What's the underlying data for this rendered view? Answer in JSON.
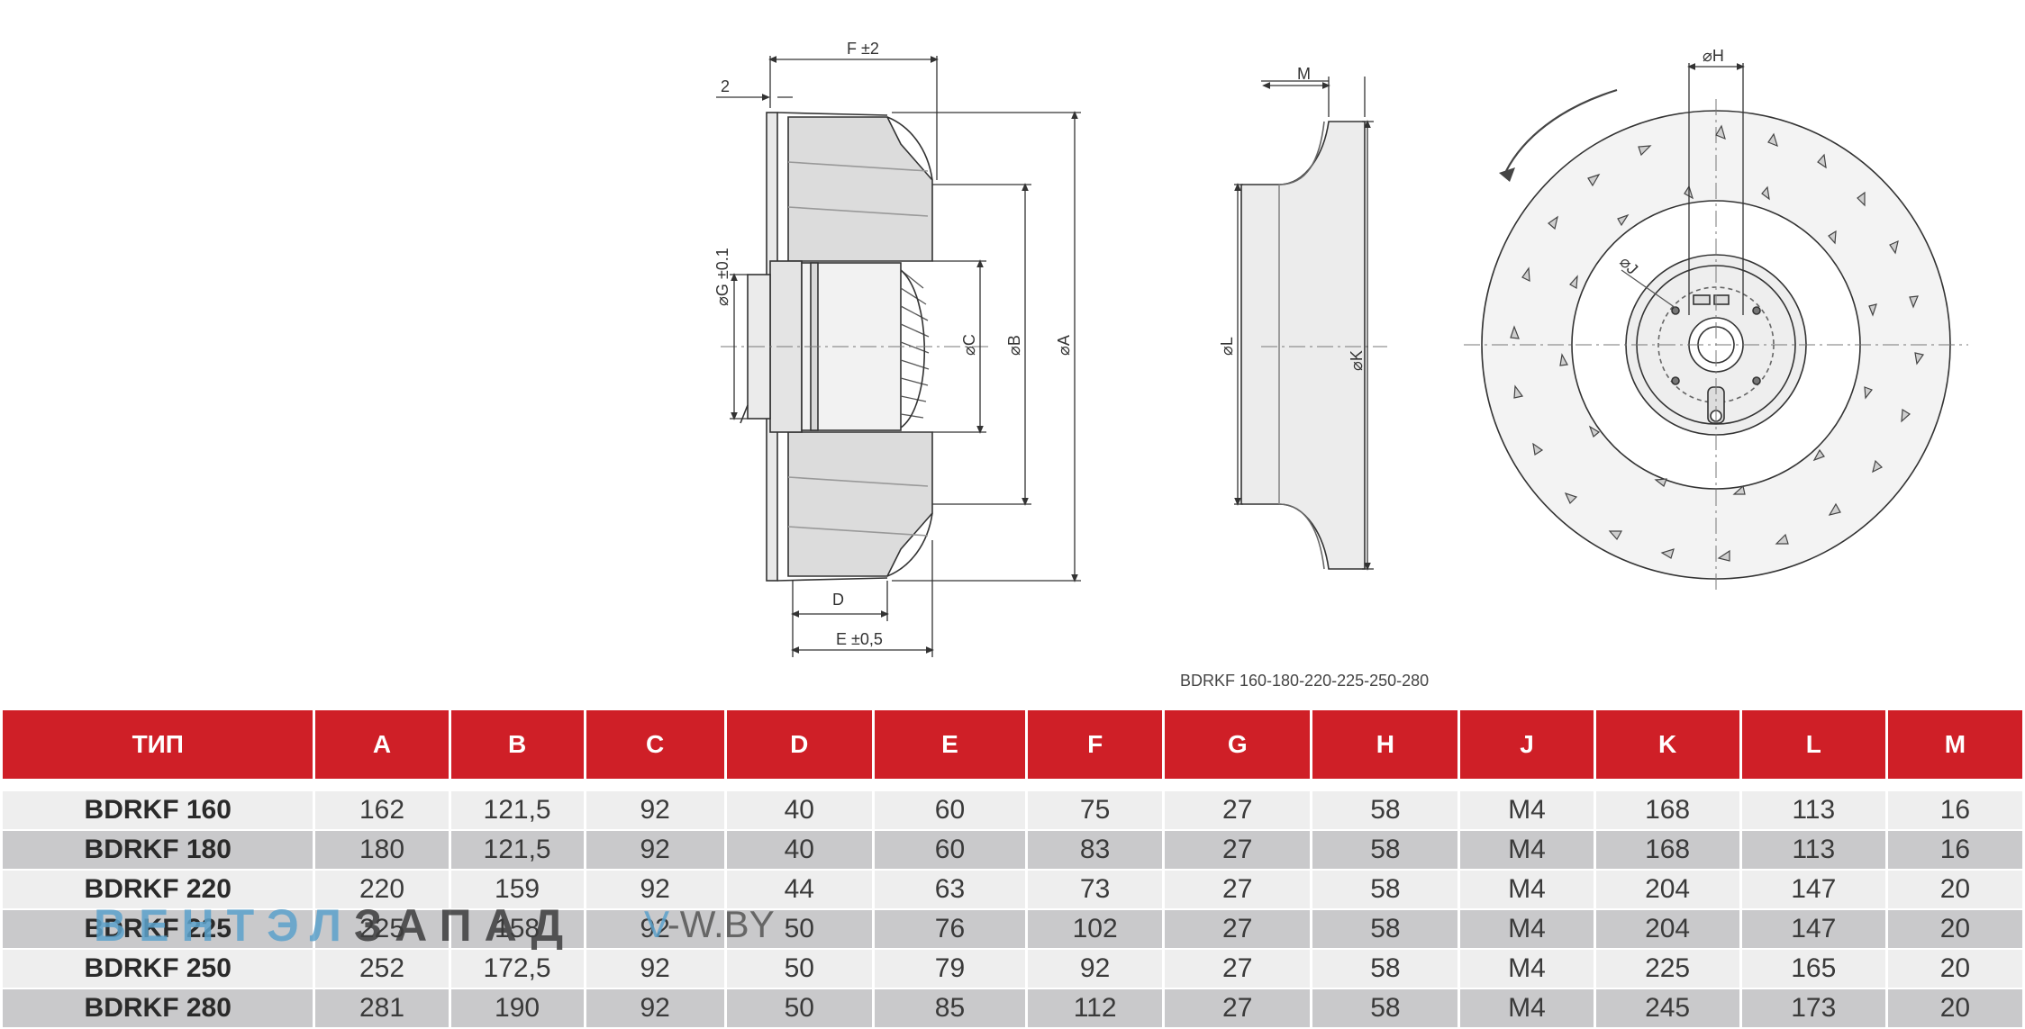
{
  "drawing": {
    "labels": {
      "f": "F ±2",
      "two": "2",
      "g": "⌀G ±0.1",
      "c": "⌀C",
      "b": "⌀B",
      "a": "⌀A",
      "d": "D",
      "e": "E ±0,5",
      "m": "M",
      "l": "⌀L",
      "k": "⌀K",
      "h": "⌀H",
      "j": "⌀J"
    },
    "caption": "BDRKF 160-180-220-225-250-280"
  },
  "table": {
    "headers": [
      "ТИП",
      "A",
      "B",
      "C",
      "D",
      "E",
      "F",
      "G",
      "H",
      "J",
      "K",
      "L",
      "M"
    ],
    "rows": [
      [
        "BDRKF 160",
        "162",
        "121,5",
        "92",
        "40",
        "60",
        "75",
        "27",
        "58",
        "M4",
        "168",
        "113",
        "16"
      ],
      [
        "BDRKF 180",
        "180",
        "121,5",
        "92",
        "40",
        "60",
        "83",
        "27",
        "58",
        "M4",
        "168",
        "113",
        "16"
      ],
      [
        "BDRKF 220",
        "220",
        "159",
        "92",
        "44",
        "63",
        "73",
        "27",
        "58",
        "M4",
        "204",
        "147",
        "20"
      ],
      [
        "BDRKF 225",
        "225",
        "158",
        "92",
        "50",
        "76",
        "102",
        "27",
        "58",
        "M4",
        "204",
        "147",
        "20"
      ],
      [
        "BDRKF 250",
        "252",
        "172,5",
        "92",
        "50",
        "79",
        "92",
        "27",
        "58",
        "M4",
        "225",
        "165",
        "20"
      ],
      [
        "BDRKF 280",
        "281",
        "190",
        "92",
        "50",
        "85",
        "112",
        "27",
        "58",
        "M4",
        "245",
        "173",
        "20"
      ]
    ]
  },
  "watermark": {
    "part1": "ВЕНТЭЛ",
    "part2": "ЗАПАД",
    "part3": "V",
    "part4": "-W.BY"
  }
}
